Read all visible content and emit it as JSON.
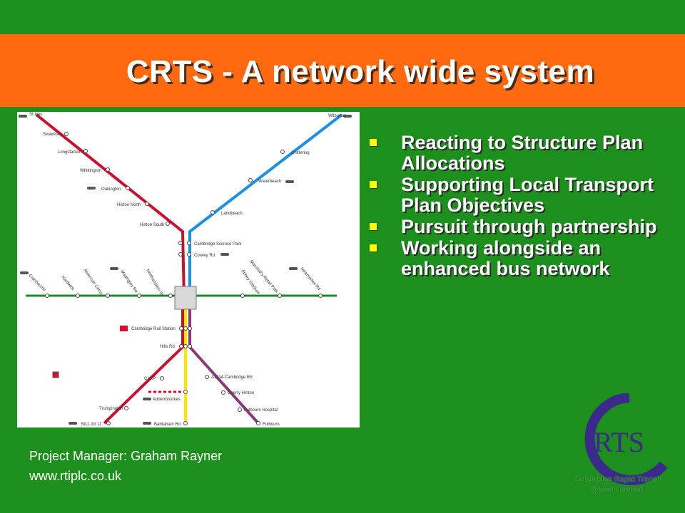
{
  "slide": {
    "title": "CRTS - A network wide system",
    "bullets": [
      "Reacting to Structure Plan Allocations",
      "Supporting Local Transport Plan Objectives",
      "Pursuit through partnership",
      "Working alongside an enhanced bus network"
    ],
    "footer": {
      "manager": "Project Manager: Graham Rayner",
      "website": "www.rtiplc.co.uk"
    },
    "logo": {
      "letters": "RTS",
      "caption_line1": "Cambridge Rapid Transit",
      "caption_line2": "System Limited"
    }
  },
  "map": {
    "colors": {
      "red": "#c8102e",
      "blue": "#1e90e0",
      "green": "#1a8a2a",
      "purple": "#8a3a7a",
      "yellow": "#ffe600"
    },
    "stations": {
      "st_ives": "St.Ives",
      "swavesey": "Swavesey",
      "longstanton": "Longstanton",
      "whittington": "Whittington",
      "oakington": "Oakington",
      "histon_north": "Histon North",
      "histon_south": "Histon South",
      "wilburton": "Wilburton",
      "chittering": "Chittering",
      "waterbeach": "Waterbeach",
      "landbeach": "Landbeach",
      "science_park": "Cambridge Science Park",
      "cowley_rd": "Cowley Rd",
      "cambourne": "Cambourne",
      "hardwick": "Hardwick",
      "american_cemy": "American Cemy",
      "madingley_rd": "Madingley Rd",
      "northampton_st": "Northampton St",
      "abbey_stadium": "Abbey Stadium",
      "marshalls_retail_park": "Marshall's Retail Park",
      "newmarket_rd": "Newmarket Rd",
      "rail_station": "Cambridge Rail Station",
      "hills_rd": "Hills Rd",
      "cup": "C.U.P",
      "a1134": "A1134-Cambridge Rd",
      "addenbrookes": "Addenbrookes",
      "cherry_hinton": "Cherry Hinton",
      "trumpington": "Trumpington",
      "fulbourn_hospital": "Fulbourn Hospital",
      "m11_jct11": "M11 Jct 11",
      "babraham_rd": "Babraham Rd",
      "fulbourn": "Fulbourn"
    }
  }
}
